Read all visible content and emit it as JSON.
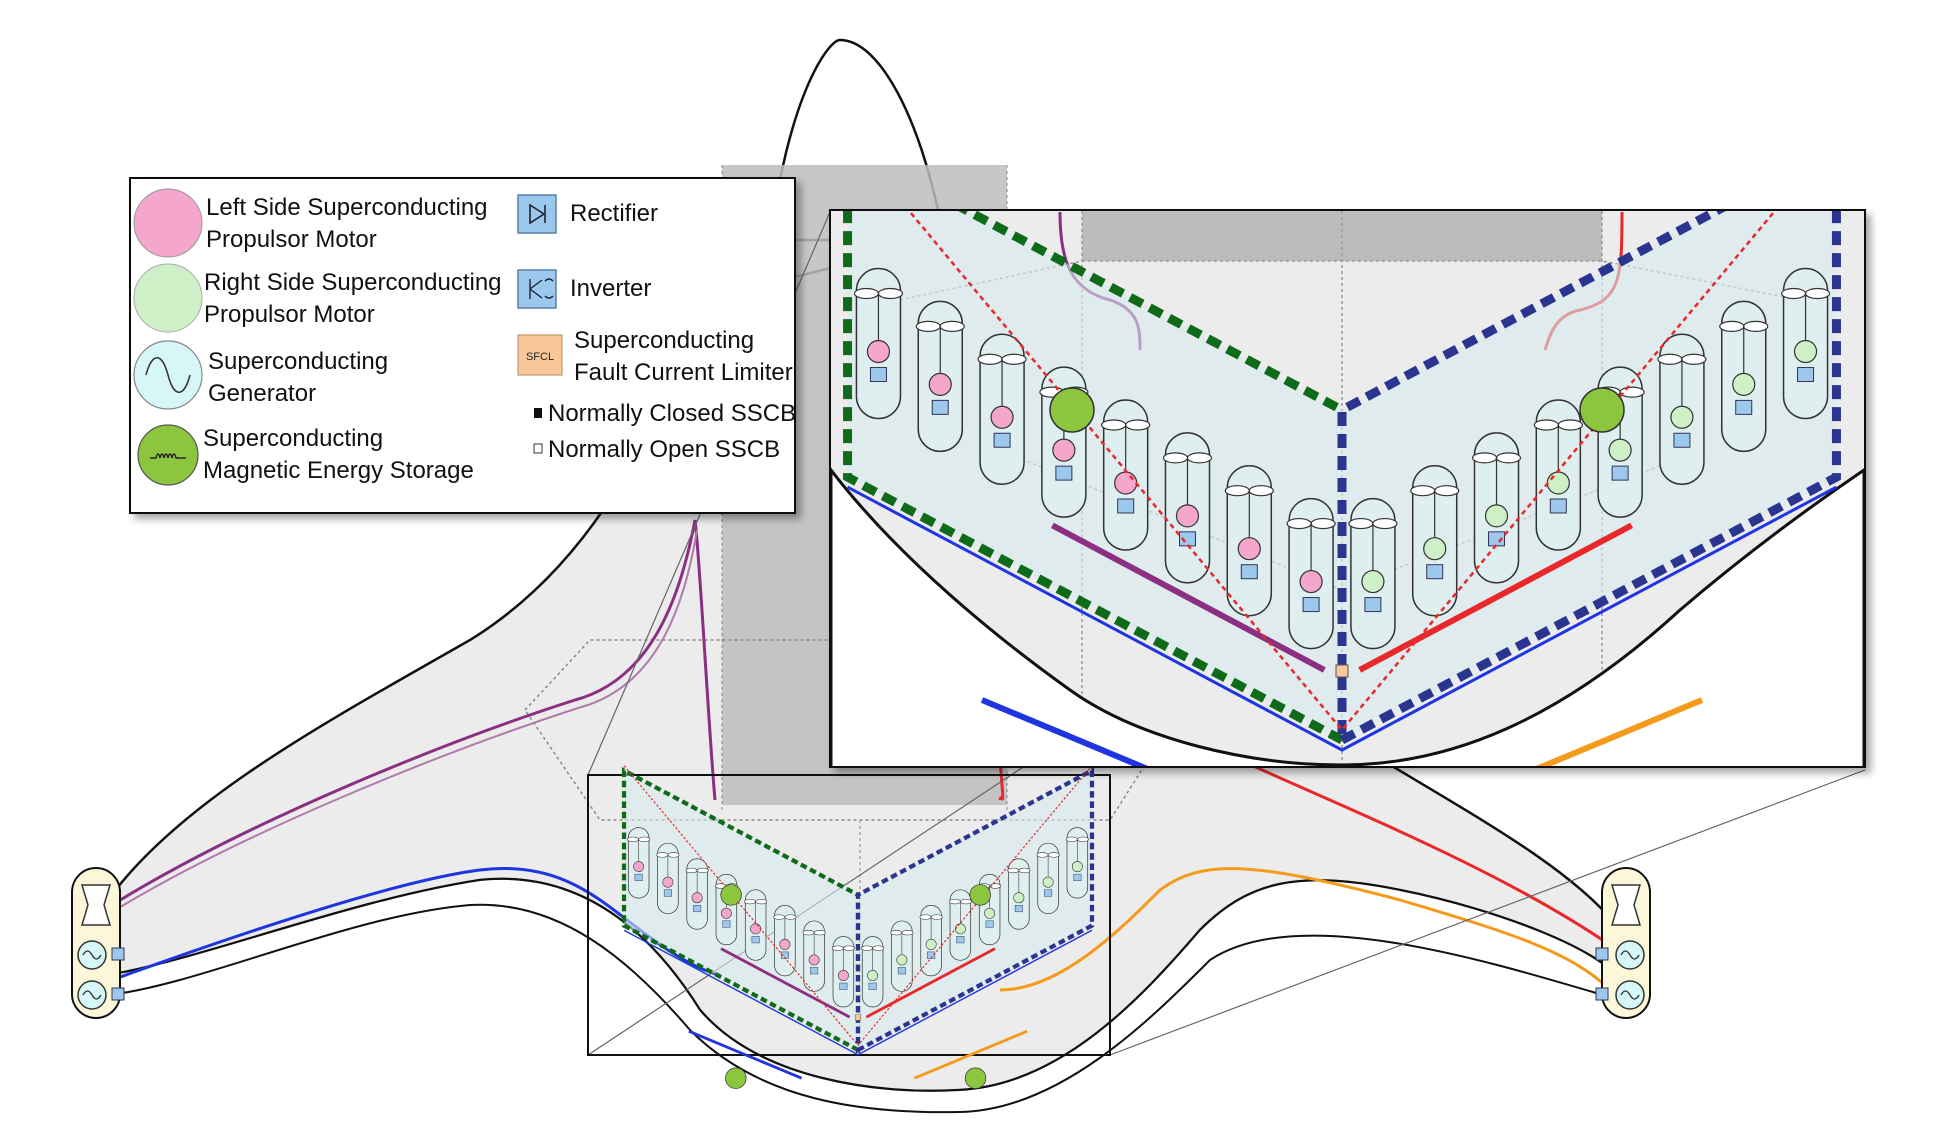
{
  "legend": {
    "left_motor": {
      "line1": "Left Side Superconducting",
      "line2": "Propulsor Motor",
      "color": "#f4a6cc"
    },
    "right_motor": {
      "line1": "Right Side Superconducting",
      "line2": "Propulsor Motor",
      "color": "#cdf0c7"
    },
    "generator": {
      "line1": "Superconducting",
      "line2": "Generator",
      "color": "#d6f6f8"
    },
    "smes": {
      "line1": "Superconducting",
      "line2": "Magnetic Energy Storage",
      "color": "#8cc63f"
    },
    "rectifier": {
      "label": "Rectifier",
      "color": "#9cc8ee"
    },
    "inverter": {
      "label": "Inverter",
      "color": "#9cc8ee"
    },
    "sfcl": {
      "line1": "Superconducting",
      "line2": "Fault Current Limiter",
      "badge": "SFCL",
      "color": "#f9c79a"
    },
    "closed_sscb": {
      "label": "Normally Closed SSCB"
    },
    "open_sscb": {
      "label": "Normally Open SSCB"
    }
  },
  "colors": {
    "left_bus_dark": "#8b2f82",
    "left_bus_light": "#9a3f90",
    "right_bus_red": "#e8282a",
    "lower_left_blue": "#1f35e0",
    "lower_right_orange": "#f59a1b",
    "left_zone_green": "#0f6b1a",
    "right_zone_navy": "#2b3590",
    "fuselage_gray": "#bdbdbd",
    "body_fill": "#ececec"
  }
}
